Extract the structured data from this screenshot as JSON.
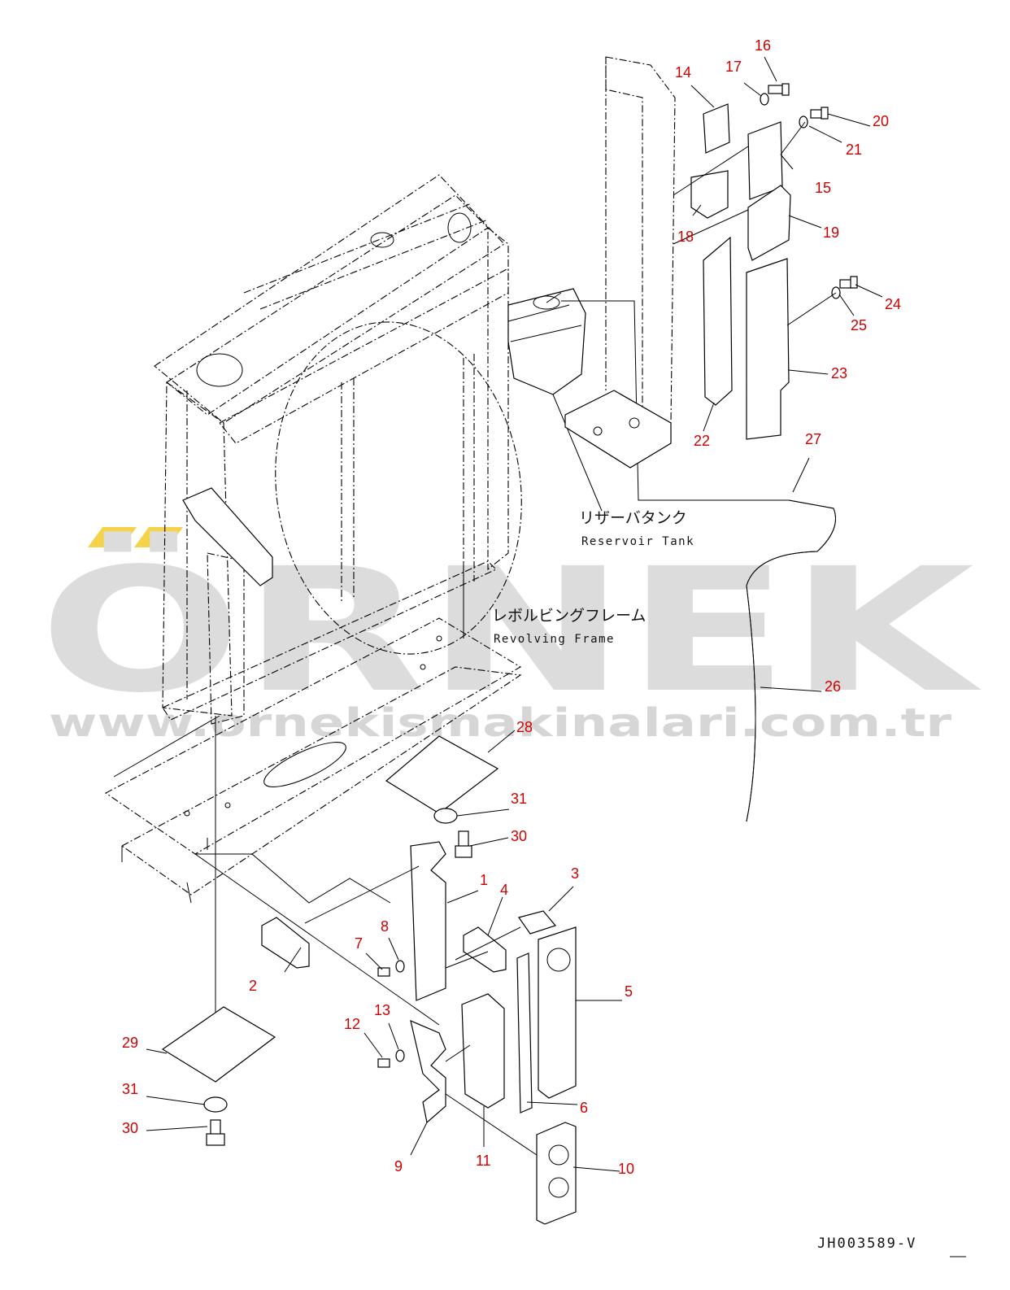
{
  "watermark": {
    "logo_text": "ÖRNEK",
    "url_text": "www.ornekismakinalari.com.tr"
  },
  "labels": {
    "reservoir_jp": "リザーバタンク",
    "reservoir_en": "Reservoir Tank",
    "frame_jp": "レボルビングフレーム",
    "frame_en": "Revolving Frame"
  },
  "drawing_id": "JH003589-V",
  "callouts": [
    {
      "id": "c1",
      "text": "1"
    },
    {
      "id": "c2",
      "text": "2"
    },
    {
      "id": "c3",
      "text": "3"
    },
    {
      "id": "c4",
      "text": "4"
    },
    {
      "id": "c5",
      "text": "5"
    },
    {
      "id": "c6",
      "text": "6"
    },
    {
      "id": "c7",
      "text": "7"
    },
    {
      "id": "c8",
      "text": "8"
    },
    {
      "id": "c9",
      "text": "9"
    },
    {
      "id": "c10",
      "text": "10"
    },
    {
      "id": "c11",
      "text": "11"
    },
    {
      "id": "c12",
      "text": "12"
    },
    {
      "id": "c13",
      "text": "13"
    },
    {
      "id": "c14",
      "text": "14"
    },
    {
      "id": "c15",
      "text": "15"
    },
    {
      "id": "c16",
      "text": "16"
    },
    {
      "id": "c17",
      "text": "17"
    },
    {
      "id": "c18",
      "text": "18"
    },
    {
      "id": "c19",
      "text": "19"
    },
    {
      "id": "c20",
      "text": "20"
    },
    {
      "id": "c21",
      "text": "21"
    },
    {
      "id": "c22",
      "text": "22"
    },
    {
      "id": "c23",
      "text": "23"
    },
    {
      "id": "c24",
      "text": "24"
    },
    {
      "id": "c25",
      "text": "25"
    },
    {
      "id": "c26",
      "text": "26"
    },
    {
      "id": "c27",
      "text": "27"
    },
    {
      "id": "c28",
      "text": "28"
    },
    {
      "id": "c29",
      "text": "29"
    },
    {
      "id": "c30a",
      "text": "30"
    },
    {
      "id": "c30b",
      "text": "30"
    },
    {
      "id": "c31a",
      "text": "31"
    },
    {
      "id": "c31b",
      "text": "31"
    }
  ],
  "colors": {
    "callout": "#d10000",
    "watermark": "#dcdcdc",
    "watermark_accent": "#f5d24a",
    "line": "#000000"
  }
}
